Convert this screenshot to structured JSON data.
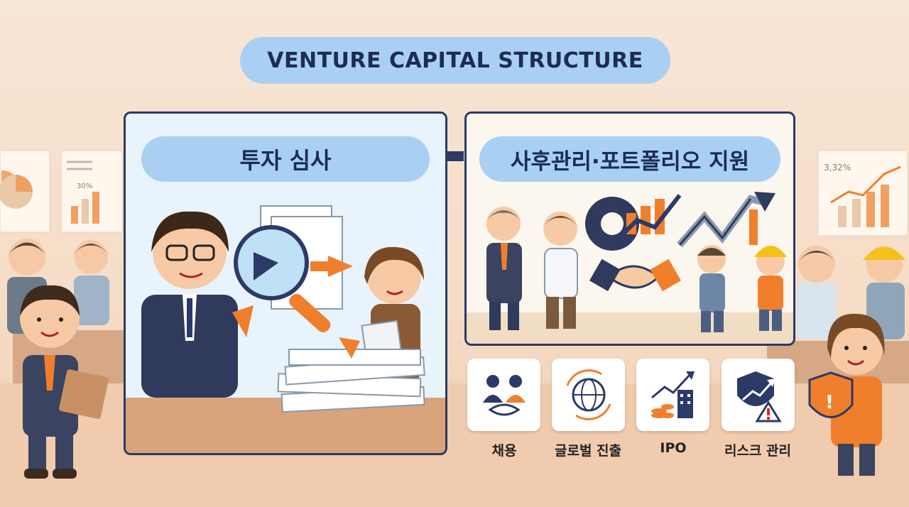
{
  "title": "VENTURE CAPITAL STRUCTURE",
  "left_panel": {
    "heading": "투자 심사"
  },
  "right_panel": {
    "heading": "사후관리·포트폴리오 지원"
  },
  "supports": [
    {
      "label": "채용",
      "icon": "handshake-people-icon"
    },
    {
      "label": "글로벌 진출",
      "icon": "globe-icon"
    },
    {
      "label": "IPO",
      "icon": "growth-building-icon"
    },
    {
      "label": "리스크 관리",
      "icon": "shield-warning-icon"
    }
  ],
  "background_charts": {
    "left_percent": "30%",
    "right_percent": "3,32%"
  },
  "colors": {
    "navy": "#2b3a67",
    "pill_blue": "#a9d0f2",
    "orange": "#f07f2c",
    "panel_blue": "#e9f3fb"
  }
}
